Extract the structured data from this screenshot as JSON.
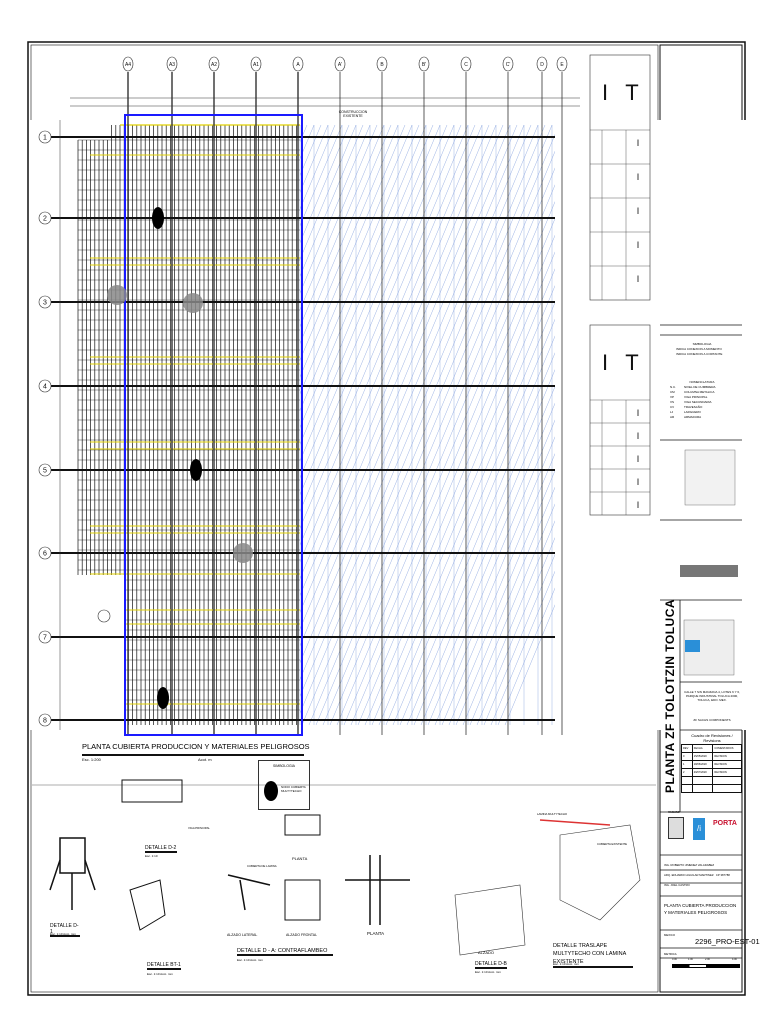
{
  "drawing": {
    "grid_columns": [
      "A4",
      "A3",
      "A2",
      "A1",
      "A",
      "A'",
      "B",
      "B'",
      "C",
      "C'",
      "D",
      "E"
    ],
    "grid_rows": [
      "1",
      "2",
      "3",
      "4",
      "5",
      "6",
      "7",
      "8"
    ],
    "existing_note": "CONSTRUCCION EXISTENTE",
    "plan_title": "PLANTA CUBIERTA PRODUCCION Y MATERIALES PELIGROSOS",
    "plan_scale": "Esc. 1:200",
    "plan_units": "Acot. m",
    "symbology_title": "SIMBOLOGIA",
    "symbology_item": "NODO CUBIERTA MULTYTECHO",
    "colors": {
      "frame_outline": "#1a1aff",
      "highlight_lines": "#e0d000",
      "existing_hatch": "#6f8fd8",
      "line": "#111111"
    }
  },
  "details": [
    {
      "title": "DETALLE D-1",
      "scale": "Esc. 1:10   Acot. mm"
    },
    {
      "title": "DETALLE D-2",
      "scale": "Esc. 1:10"
    },
    {
      "title": "DETALLE BT-1",
      "scale": "Esc. 1:10   Acot. mm"
    },
    {
      "title": "DETALLE D - A: CONTRAFLAMBEO",
      "scale": "Esc. 1:10   Acot. mm"
    },
    {
      "title": "DETALLE D-B",
      "scale": "Esc. 1:10   Acot. mm"
    },
    {
      "title": "DETALLE TRASLAPE MULTYTECHO CON LAMINA EXISTENTE",
      "scale": "Esc. 1:10   Acot. mm"
    }
  ],
  "detail_labels": {
    "alzado_lateral": "ALZADO LATERAL",
    "alzado_frontal": "ALZADO FRONTAL",
    "planta_1": "PLANTA",
    "planta_2": "PLANTA",
    "alzado": "ALZADO",
    "viga_principal": "VIGA PRINCIPAL",
    "cubierta_lamina": "CUBIERTA DE LAMINA",
    "lamina_multytecho": "LAMINA MULTYTECHO",
    "cubierta_existente": "CUBIERTA EXISTENTE"
  },
  "legend": {
    "simbologia_title": "SIMBOLOGIA",
    "simbologia": [
      "INDICA CONEXION A MOMENTO",
      "INDICA CONEXION A CORTANTE"
    ],
    "nomenclatura_title": "NOMENCLATURA",
    "nomenclatura": [
      {
        "code": "N.C.",
        "desc": "NIVEL DE CUMBRERA"
      },
      {
        "code": "CM",
        "desc": "COLUMNA METALICA"
      },
      {
        "code": "VP",
        "desc": "VIGA PRINCIPAL"
      },
      {
        "code": "VS",
        "desc": "VIGA SECUNDARIA"
      },
      {
        "code": "CV",
        "desc": "TRAVESAÑO"
      },
      {
        "code": "LJ",
        "desc": "LARGUERO"
      },
      {
        "code": "AR",
        "desc": "ARMADURA"
      }
    ]
  },
  "title_block": {
    "project_name": "PLANTA ZF TOLOTZIN TOLUCA",
    "address": "CALLE 7 S/N MANZANA 4, LOTES 6 Y 6, PARQUE INDUSTRIAL TOLUCA 2000, TOLUCA, EDO. MEX.",
    "client": "ZF SACHS COMPONENTS",
    "revisions_title": "Cuadro de Revisiones / Revisions",
    "revision_headers": [
      "REV",
      "FECHA",
      "COMENTARIOS"
    ],
    "revisions": [
      [
        "0",
        "15/05/2020",
        "REVISION"
      ],
      [
        "1",
        "18/06/2020",
        "REVISION"
      ],
      [
        "2",
        "29/07/2020",
        "REVISION"
      ]
    ],
    "logo_left": "VASAMI",
    "logo_right": "PORTA",
    "prepared_by": "ING. ROBERTO JIMENEZ VALADABEZ",
    "reviewed_by": "ARQ. EDUARDO AGUILAR MARTINEZ",
    "reviewed_id": "CP 387788",
    "approved_by": "ING. JOEL CASTRO",
    "drawing_title": "PLANTA CUBIERTA PRODUCCION Y MATERIALES PELIGROSOS",
    "location": "MEXICO",
    "drawing_number": "2296_PRO-EST-01",
    "scale_label": "METRICA",
    "scale_ticks": [
      "0.00",
      "1.00",
      "2.00",
      "4.00"
    ]
  }
}
